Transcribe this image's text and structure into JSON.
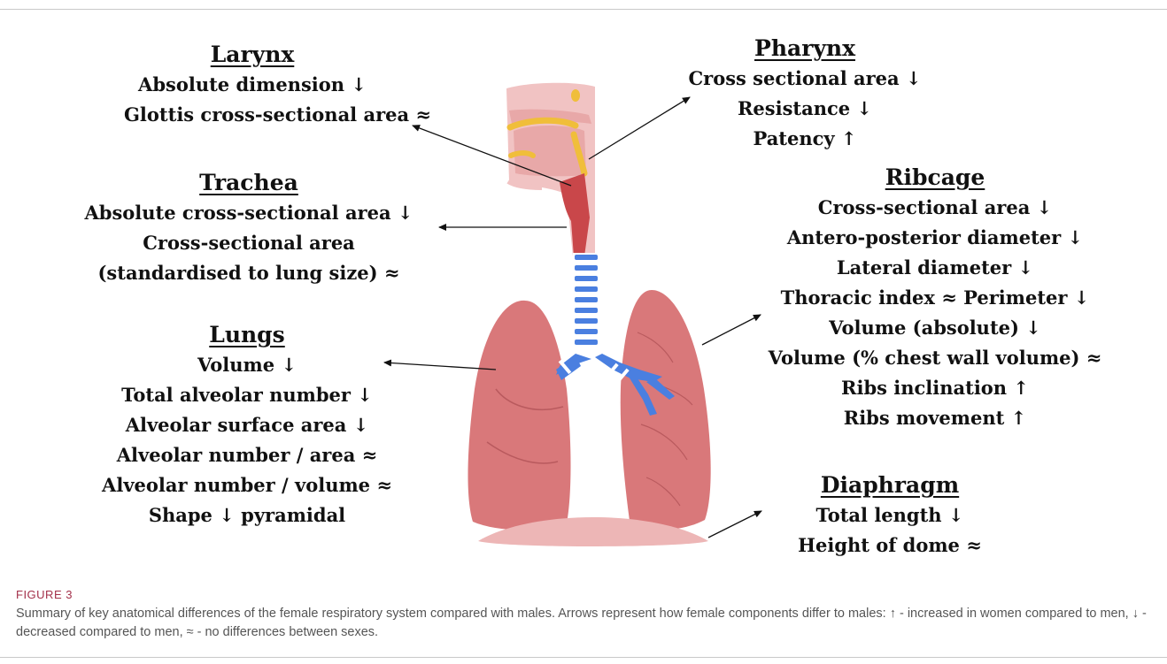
{
  "sections": {
    "larynx": {
      "heading": "Larynx",
      "lines": [
        "Absolute dimension ↓",
        "Glottis cross-sectional area ≈"
      ]
    },
    "trachea": {
      "heading": "Trachea",
      "lines": [
        "Absolute cross-sectional area ↓",
        "Cross-sectional area",
        "(standardised to lung size) ≈"
      ]
    },
    "lungs": {
      "heading": "Lungs",
      "lines": [
        "Volume ↓",
        "Total alveolar number ↓",
        "Alveolar surface area ↓",
        "Alveolar number / area ≈",
        "Alveolar number / volume ≈",
        "Shape ↓ pyramidal"
      ]
    },
    "pharynx": {
      "heading": "Pharynx",
      "lines": [
        "Cross sectional area ↓",
        "Resistance ↓",
        "Patency ↑"
      ]
    },
    "ribcage": {
      "heading": "Ribcage",
      "lines": [
        "Cross-sectional area ↓",
        "Antero-posterior diameter ↓",
        "Lateral diameter ↓",
        "Thoracic index ≈ Perimeter ↓",
        "Volume (absolute) ↓",
        "Volume (% chest wall volume) ≈",
        "Ribs inclination ↑",
        "Ribs movement ↑"
      ]
    },
    "diaphragm": {
      "heading": "Diaphragm",
      "lines": [
        "Total length ↓",
        "Height of dome ≈"
      ]
    }
  },
  "caption": {
    "label": "FIGURE 3",
    "text": "Summary of key anatomical differences of the female respiratory system compared with males. Arrows represent how female components differ to males: ↑ - increased in women compared to men, ↓ - decreased compared to men, ≈ - no differences between sexes."
  },
  "colors": {
    "lung": "#d9787a",
    "lung_dark": "#b95a5e",
    "head": "#f1c3c3",
    "head_inner": "#e8a8a8",
    "cartilage": "#f0be3a",
    "larynx": "#c9474a",
    "trachea_ring": "#4a7fe0",
    "diaphragm": "#edb6b6",
    "caption_label": "#a3304a"
  }
}
